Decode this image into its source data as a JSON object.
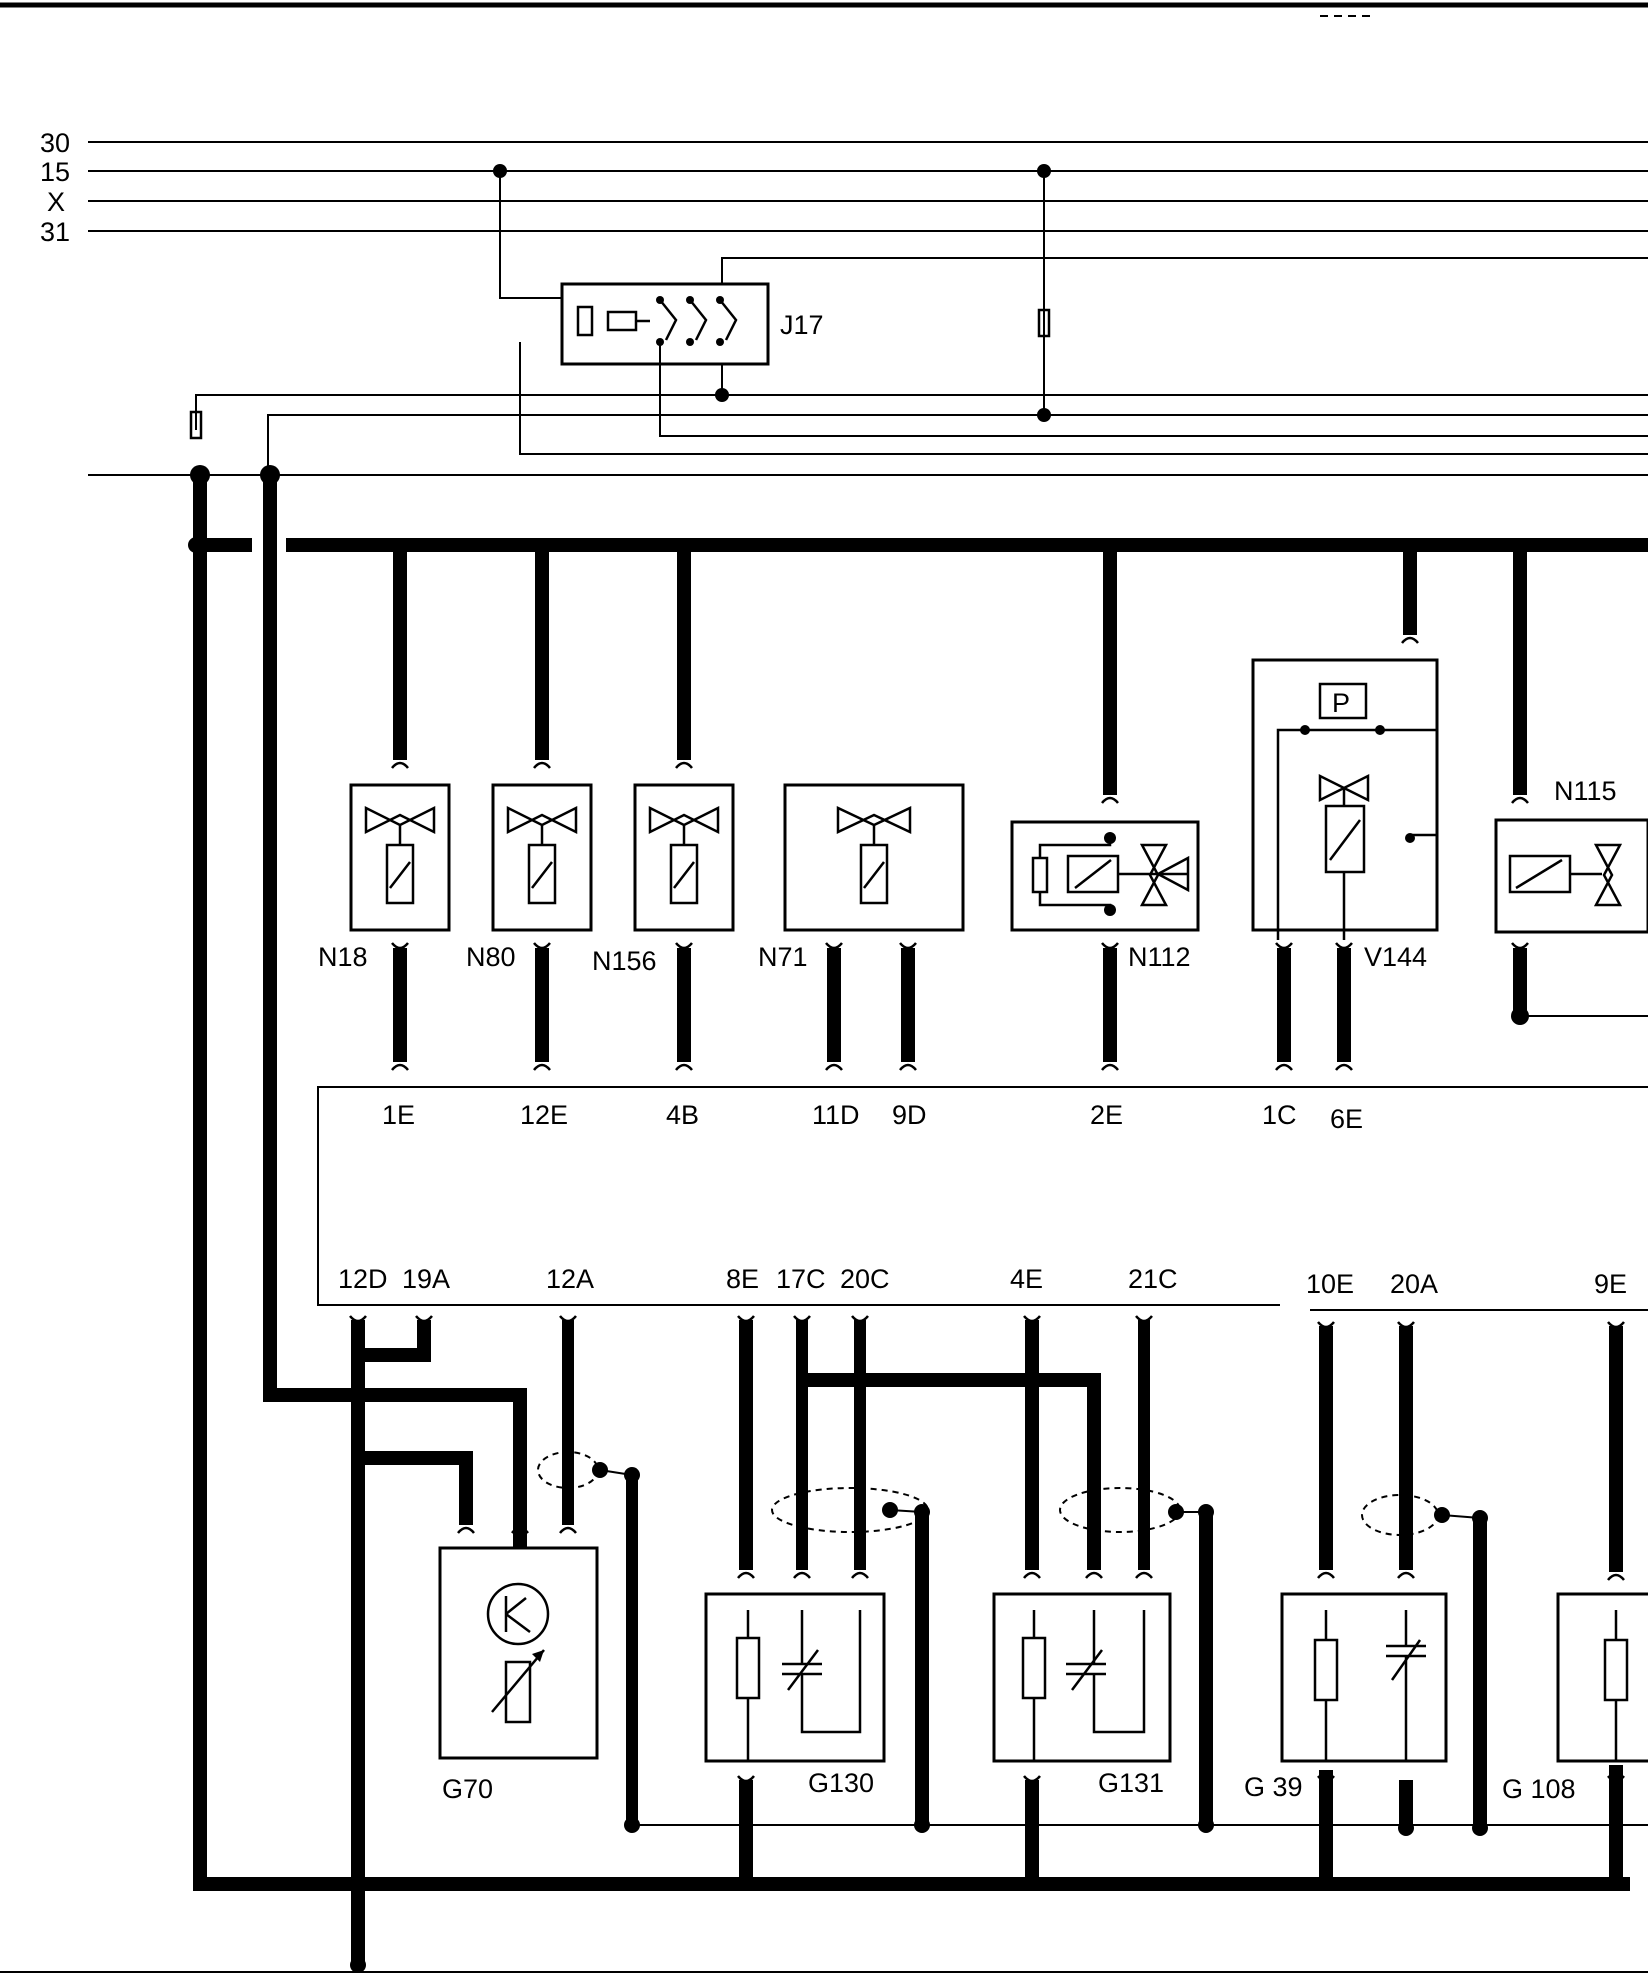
{
  "rails": [
    "30",
    "15",
    "X",
    "31"
  ],
  "relay": {
    "label": "J17"
  },
  "valves": {
    "n18": "N18",
    "n80": "N80",
    "n156": "N156",
    "n71": "N71",
    "n112": "N112",
    "v144": "V144",
    "n115": "N115",
    "v144_symbol": "P"
  },
  "sensors": {
    "g70": "G70",
    "g130": "G130",
    "g131": "G131",
    "g39": "G 39",
    "g108": "G 108"
  },
  "ecu_top_pins": [
    "1E",
    "12E",
    "4B",
    "11D",
    "9D",
    "2E",
    "1C",
    "6E"
  ],
  "ecu_bottom_pins": [
    "12D",
    "19A",
    "12A",
    "8E",
    "17C",
    "20C",
    "4E",
    "21C",
    "10E",
    "20A",
    "9E"
  ]
}
